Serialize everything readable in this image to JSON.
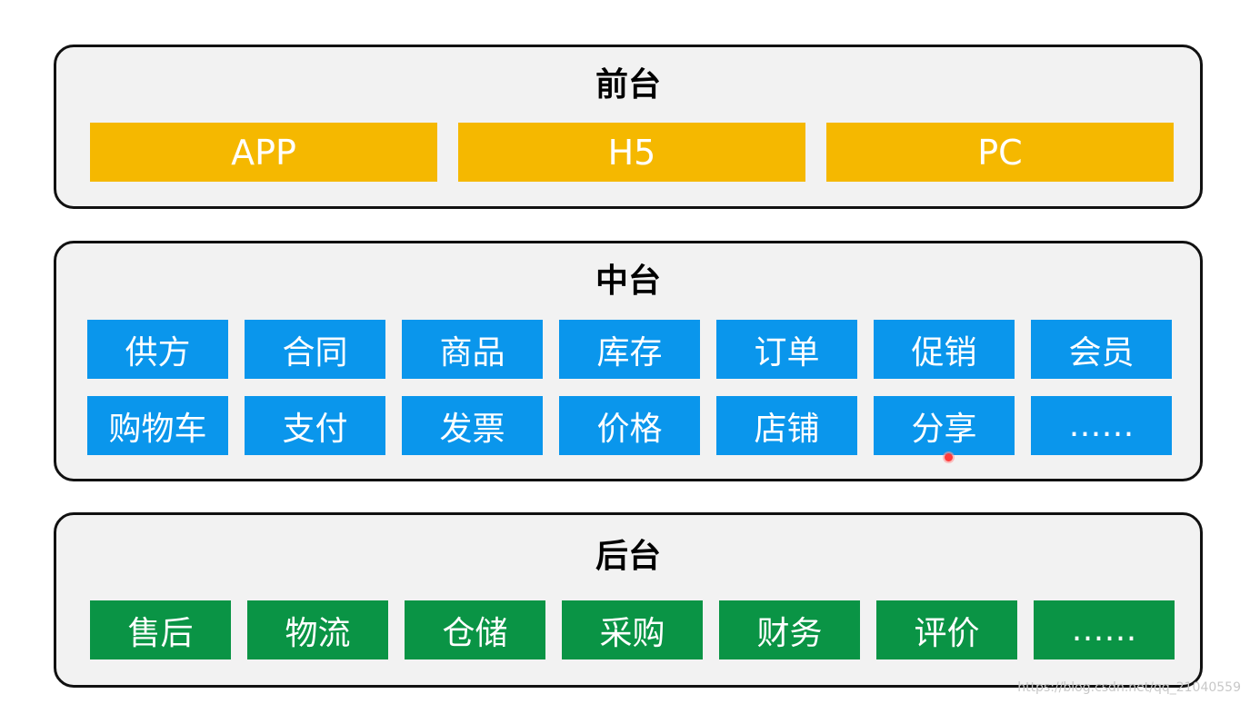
{
  "front": {
    "title": "前台",
    "items": [
      "APP",
      "H5",
      "PC"
    ],
    "tile_color": "#f5b800"
  },
  "middle": {
    "title": "中台",
    "rows": [
      [
        "供方",
        "合同",
        "商品",
        "库存",
        "订单",
        "促销",
        "会员"
      ],
      [
        "购物车",
        "支付",
        "发票",
        "价格",
        "店铺",
        "分享",
        "……"
      ]
    ],
    "tile_color": "#0a96ec"
  },
  "back": {
    "title": "后台",
    "items": [
      "售后",
      "物流",
      "仓储",
      "采购",
      "财务",
      "评价",
      "……"
    ],
    "tile_color": "#0a9445"
  },
  "watermark": "https://blog.csdn.net/qq_21040559"
}
